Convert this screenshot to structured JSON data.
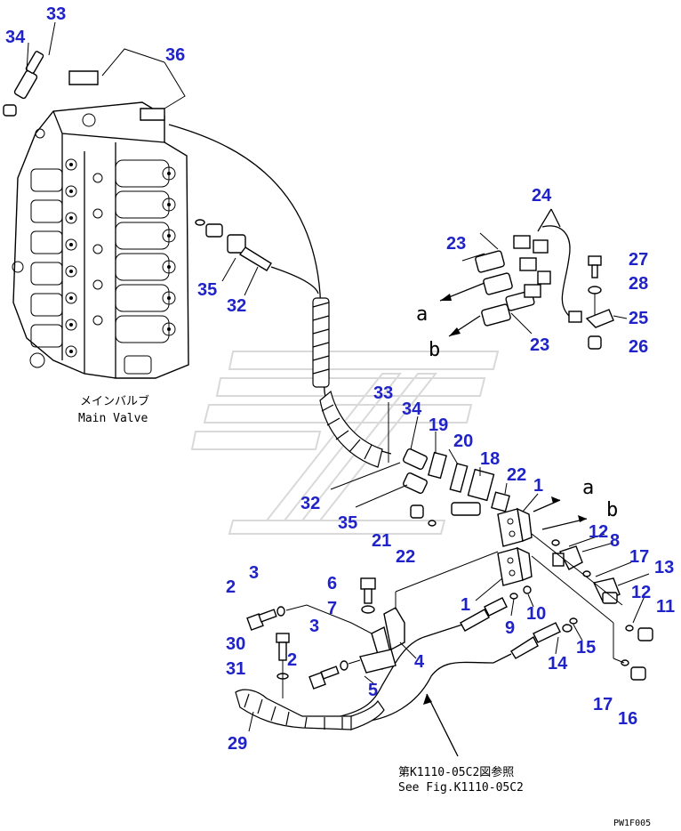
{
  "callouts": {
    "n33a": "33",
    "n34a": "34",
    "n36": "36",
    "n35a": "35",
    "n32a": "32",
    "n24": "24",
    "n23a": "23",
    "n23b": "23",
    "n27": "27",
    "n28": "28",
    "n25": "25",
    "n26": "26",
    "n33b": "33",
    "n34b": "34",
    "n19": "19",
    "n20": "20",
    "n18": "18",
    "n22a": "22",
    "n32b": "32",
    "n35b": "35",
    "n21": "21",
    "n22b": "22",
    "n1a": "1",
    "n12a": "12",
    "n8": "8",
    "n17a": "17",
    "n13": "13",
    "n12b": "12",
    "n11": "11",
    "n1b": "1",
    "n9": "9",
    "n10": "10",
    "n14": "14",
    "n15": "15",
    "n17b": "17",
    "n16": "16",
    "n2a": "2",
    "n3a": "3",
    "n6": "6",
    "n7": "7",
    "n3b": "3",
    "n4": "4",
    "n30": "30",
    "n2b": "2",
    "n31": "31",
    "n5": "5",
    "n29": "29"
  },
  "labels": {
    "main_valve_jp": "メインバルブ",
    "main_valve_en": "Main Valve",
    "port_a1": "a",
    "port_b1": "b",
    "port_a2": "a",
    "port_b2": "b",
    "see_fig_jp": "第K1110-05C2図参照",
    "see_fig_en": "See Fig.K1110-05C2",
    "drawing_code": "PW1F005"
  },
  "colors": {
    "callout": "#1f23c8",
    "line": "#000000",
    "watermark": "#d9d9d9"
  }
}
